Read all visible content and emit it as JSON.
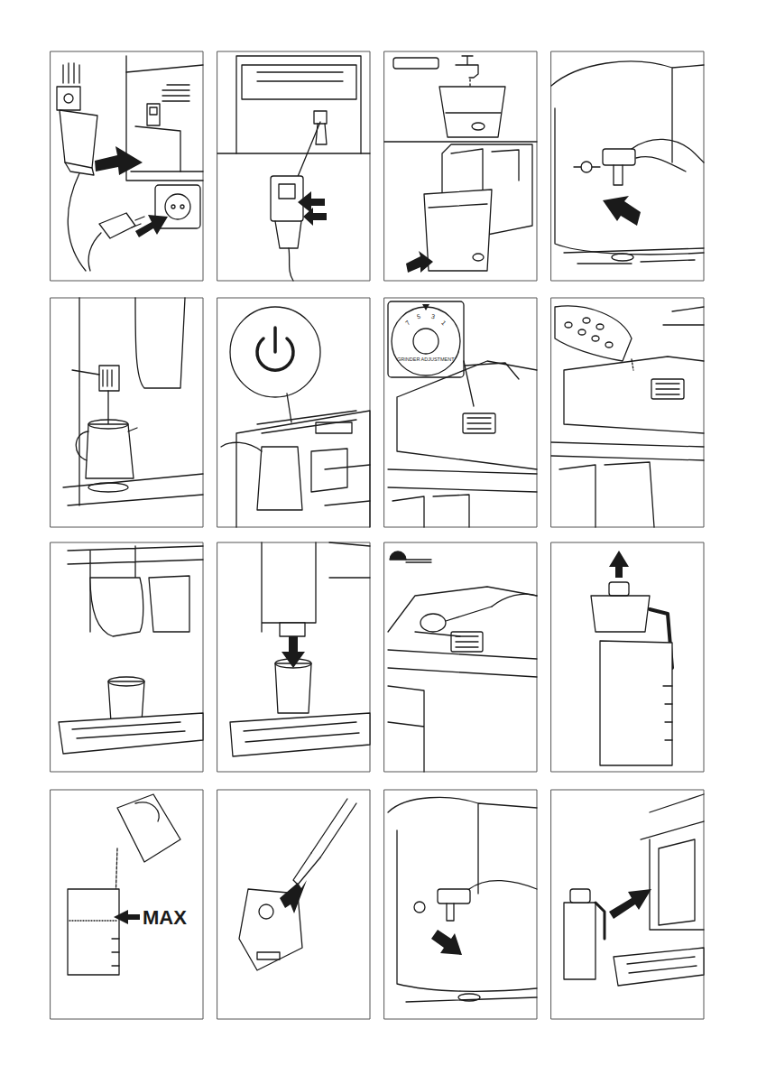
{
  "diagram": {
    "labels": [
      "7",
      "5",
      "3",
      "1",
      "GRINDER ADJUSTMENT",
      "MAX"
    ]
  }
}
